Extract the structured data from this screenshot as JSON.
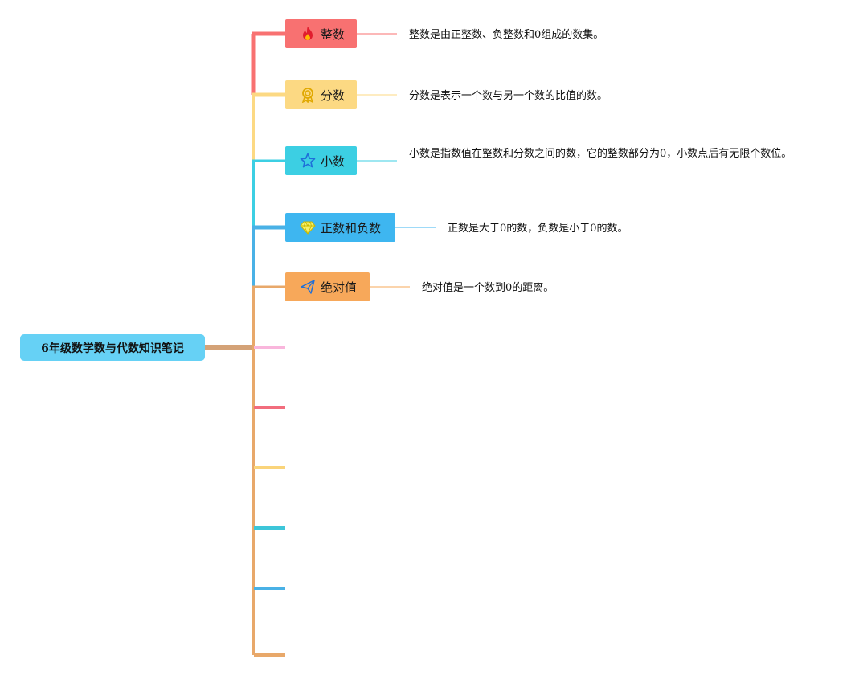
{
  "root": {
    "title": "6年级数学数与代数知识笔记"
  },
  "topics": [
    {
      "label": "整数",
      "icon": "fire-icon",
      "color": "#f87171",
      "note": "整数是由正整数、负整数和0组成的数集。"
    },
    {
      "label": "分数",
      "icon": "award-medal-icon",
      "color": "#fcd983",
      "note": "分数是表示一个数与另一个数的比值的数。"
    },
    {
      "label": "小数",
      "icon": "star-outline-icon",
      "color": "#3ccfe3",
      "note": "小数是指数值在整数和分数之间的数，它的整数部分为0，小数点后有无限个数位。"
    },
    {
      "label": "正数和负数",
      "icon": "diamond-icon",
      "color": "#3eb6f0",
      "note": "正数是大于0的数，负数是小于0的数。"
    },
    {
      "label": "绝对值",
      "icon": "paper-plane-icon",
      "color": "#f7a85a",
      "note": "绝对值是一个数到0的距离。"
    }
  ],
  "empty_branch_colors": [
    "#f9b6dc",
    "#f26d7d",
    "#fad47a",
    "#3dc6d9",
    "#49b1e6",
    "#e8a86a"
  ]
}
